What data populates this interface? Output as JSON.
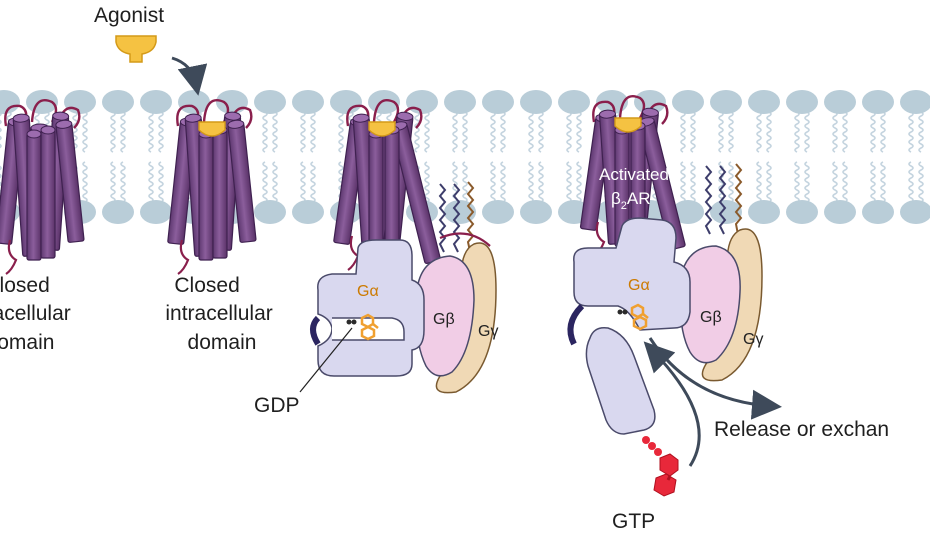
{
  "labels": {
    "agonist": "Agonist",
    "closed_intracellular_domain": [
      "Closed",
      "intracellular",
      "domain"
    ],
    "g_alpha": "Gα",
    "g_beta": "Gβ",
    "g_gamma": "Gγ",
    "gdp": "GDP",
    "gtp": "GTP",
    "activated_receptor": [
      "Activated",
      "β",
      "2",
      "AR"
    ],
    "release_or_exchange": "Release or exchan"
  },
  "colors": {
    "receptor": "#7b4e8a",
    "receptor_dark": "#5a3268",
    "agonist": "#f5c242",
    "lipid_head": "#b9cdd8",
    "lipid_tail": "#c4d4df",
    "g_alpha": "#d9d8ef",
    "g_beta": "#f1cde6",
    "g_gamma": "#f0d9b5",
    "nucleotide_gdp": "#f0a030",
    "nucleotide_gtp": "#e8283a",
    "arrow": "#3e4a5a"
  }
}
